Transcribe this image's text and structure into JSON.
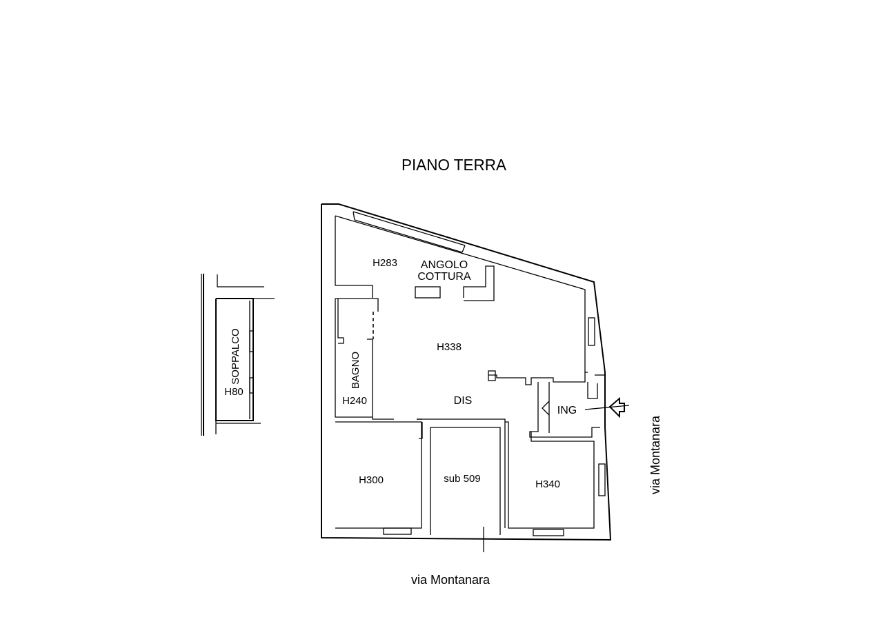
{
  "title": "PIANO TERRA",
  "rooms": {
    "angolo_cottura_line1": "ANGOLO",
    "angolo_cottura_line2": "COTTURA",
    "h283": "H283",
    "h338": "H338",
    "bagno": "BAGNO",
    "h240": "H240",
    "dis": "DIS",
    "ing": "ING",
    "h300": "H300",
    "sub509": "sub 509",
    "h340": "H340",
    "soppalco": "SOPPALCO",
    "h80": "H80"
  },
  "streets": {
    "bottom": "via Montanara",
    "right": "via Montanara"
  }
}
